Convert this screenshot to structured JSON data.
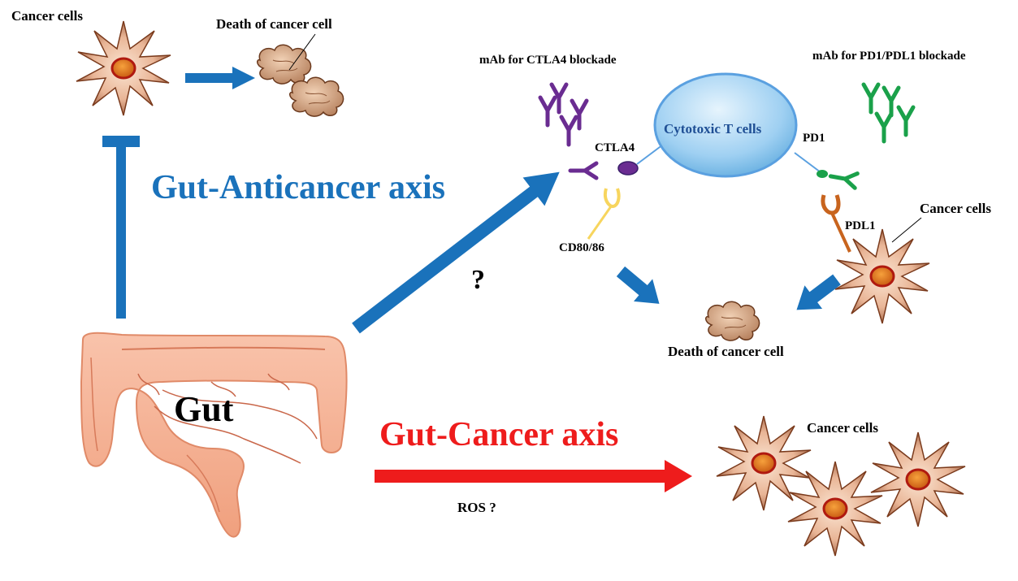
{
  "labels": {
    "cancer_cells_top_left": "Cancer cells",
    "death_cancer_cell_top": "Death of cancer cell",
    "mab_ctla4": "mAb  for CTLA4 blockade",
    "mab_pd1": "mAb  for PD1/PDL1 blockade",
    "cytotoxic_t_cells": "Cytotoxic T cells",
    "ctla4": "CTLA4",
    "pd1": "PD1",
    "cd80_86": "CD80/86",
    "pdl1": "PDL1",
    "cancer_cells_right": "Cancer cells",
    "death_cancer_cell_bottom": "Death of cancer cell",
    "gut_anticancer_axis": "Gut-Anticancer axis",
    "question_mark": "?",
    "gut": "Gut",
    "gut_cancer_axis": "Gut-Cancer axis",
    "ros": "ROS ?",
    "cancer_cells_bottom": "Cancer cells"
  },
  "colors": {
    "anticancer_axis": "#1a72bb",
    "cancer_axis": "#ee1c1c",
    "ctla4_antibody": "#6a2c91",
    "pd1_antibody": "#1aa14a",
    "cd80_86": "#f7d55e",
    "pdl1": "#c8641e",
    "t_cell": "#a9d6f5",
    "gut": "#f4a98a",
    "cancer_cell_star": "#8a4a2e",
    "cancer_cell_nucleus": "#e07a1f"
  }
}
